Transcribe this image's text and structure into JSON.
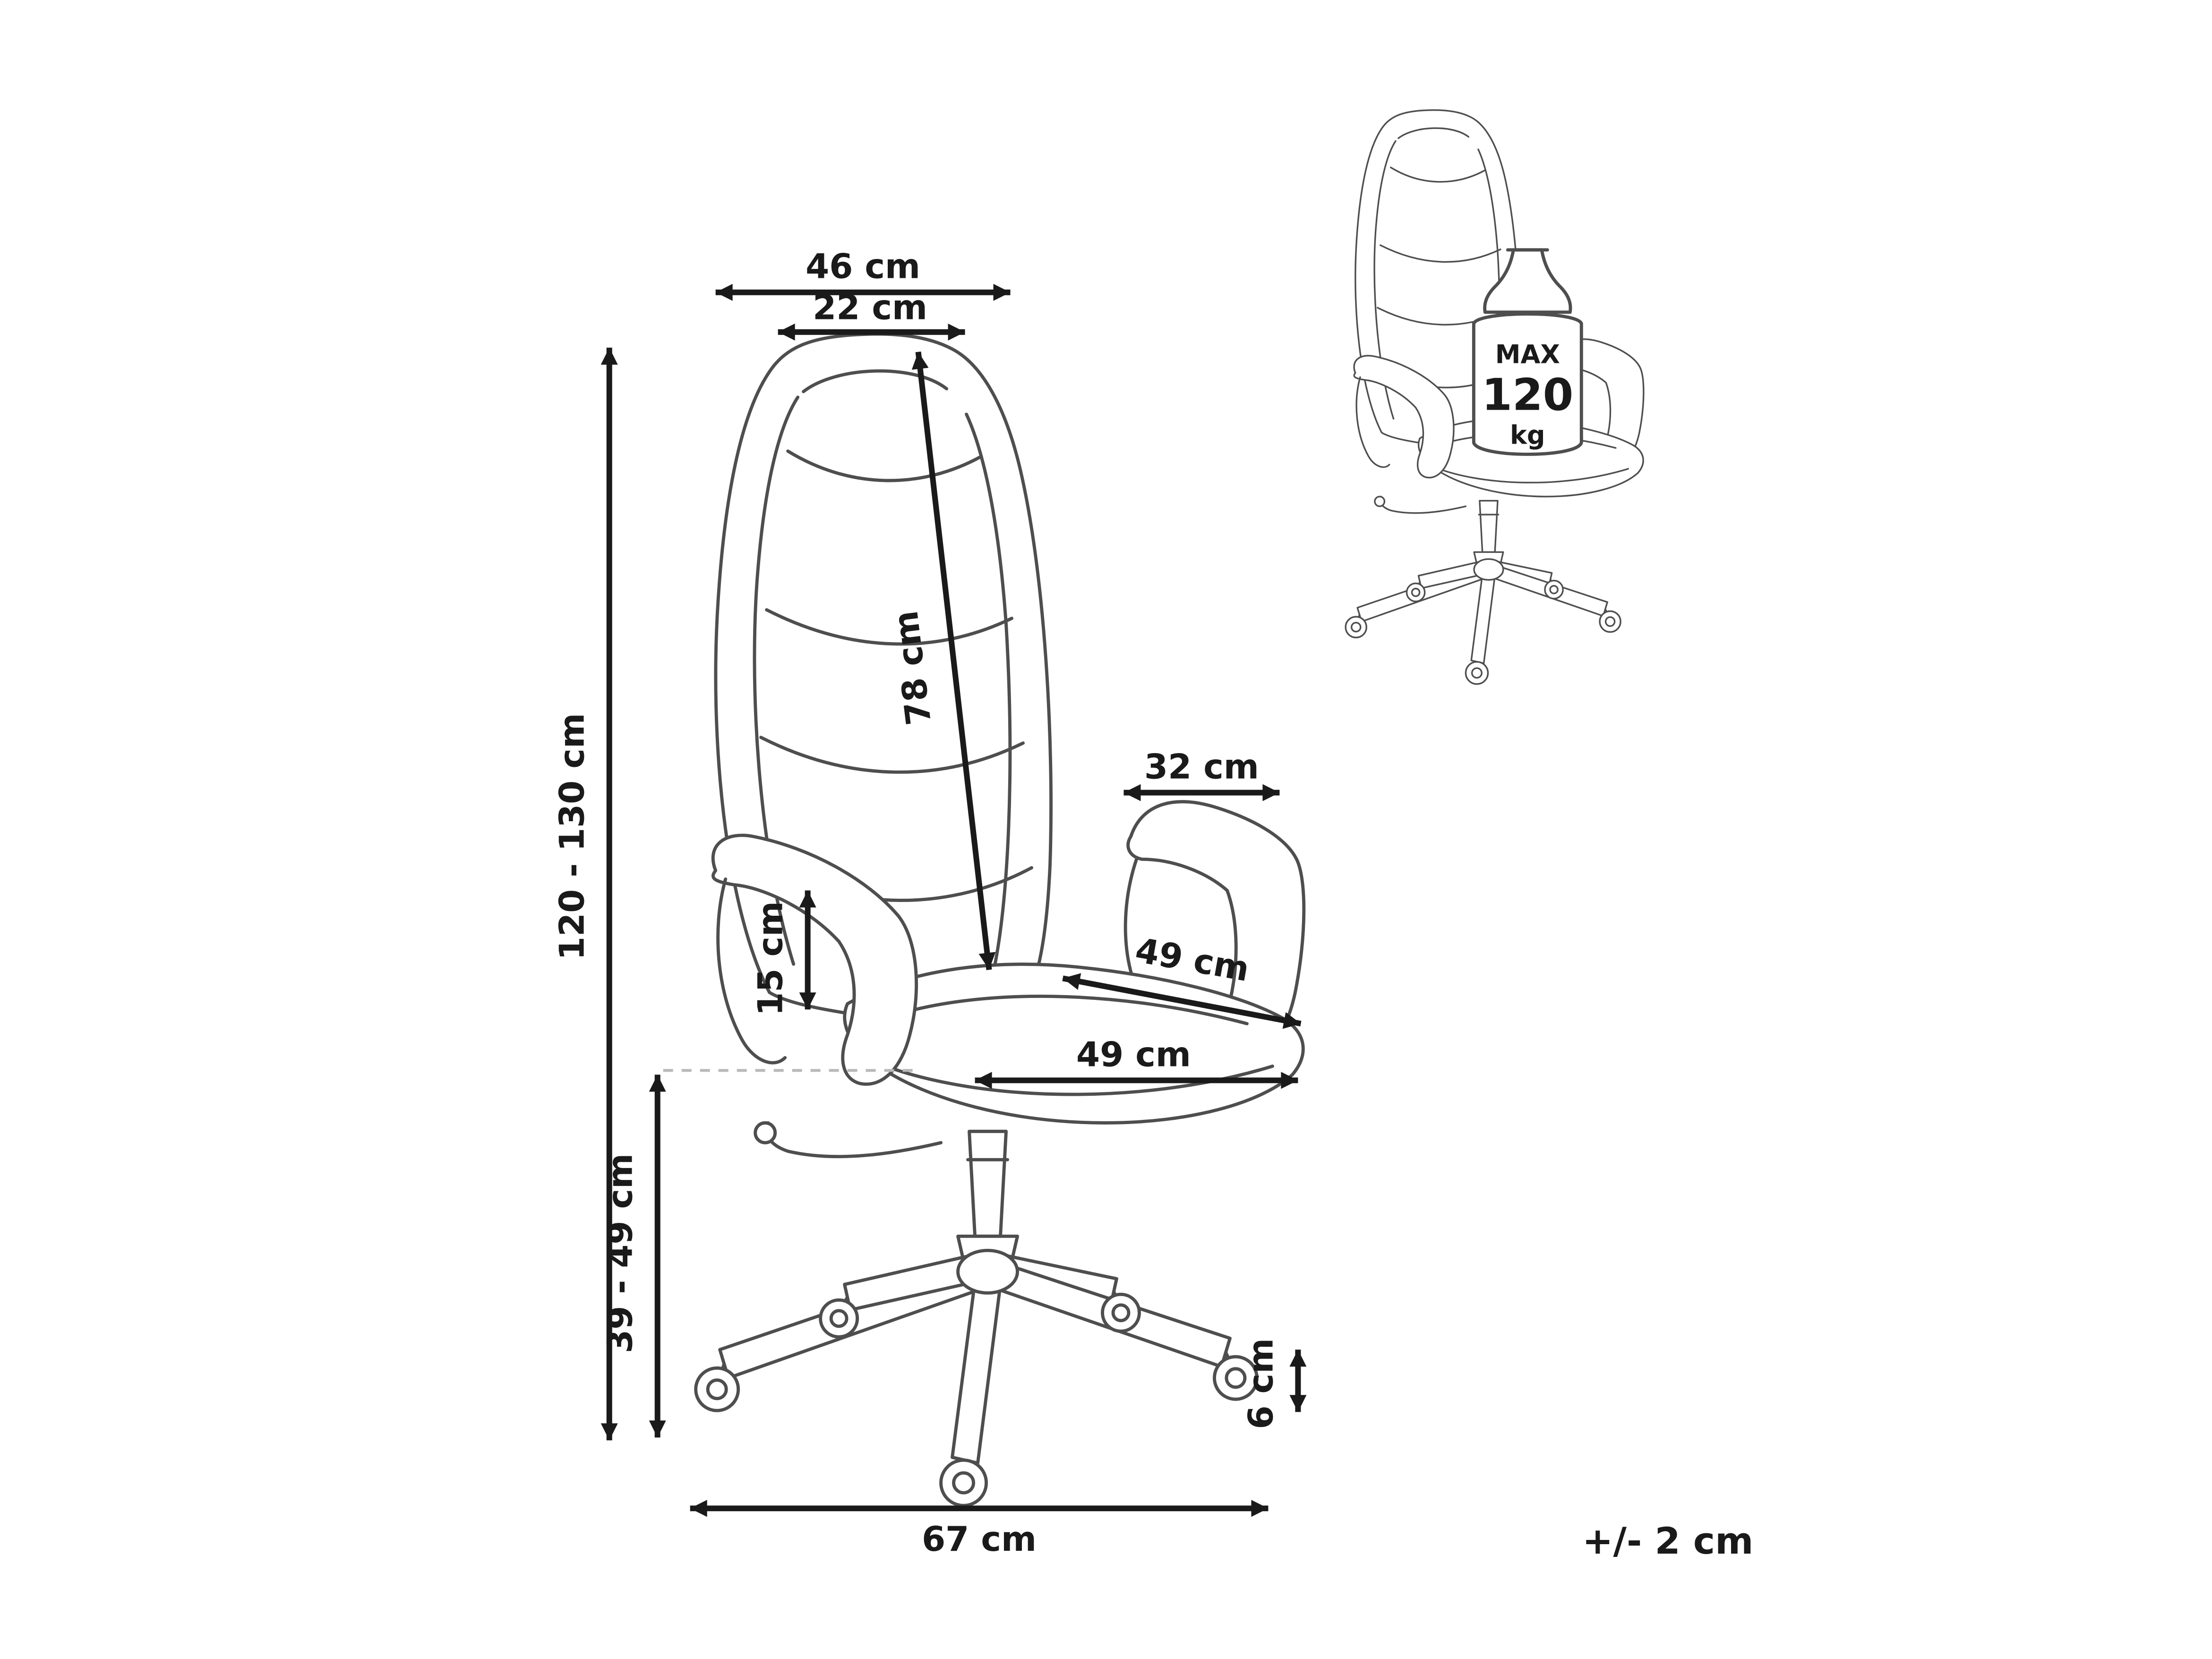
{
  "page": {
    "background": "#ffffff",
    "tolerance_note": "+/- 2 cm"
  },
  "diagram": {
    "title": "Office chair dimension diagram",
    "dimensions": {
      "headrest_outer_width": "46 cm",
      "headrest_top_width": "22 cm",
      "backrest_height": "78 cm",
      "total_height": "120 - 130 cm",
      "armrest_pad_length": "32 cm",
      "armrest_pad_height": "15 cm",
      "seat_depth": "49 cm",
      "seat_width": "49 cm",
      "seat_height_range": "39 - 49 cm",
      "caster_height": "6 cm",
      "base_width": "67 cm"
    },
    "max_load": {
      "label_max": "MAX",
      "value": "120",
      "unit": "kg"
    },
    "colors": {
      "line_art": "#4e4e4e",
      "dimension_lines": "#1a1a1a",
      "text": "#1a1a1a",
      "dashed_guide": "#b9b9b9"
    }
  }
}
